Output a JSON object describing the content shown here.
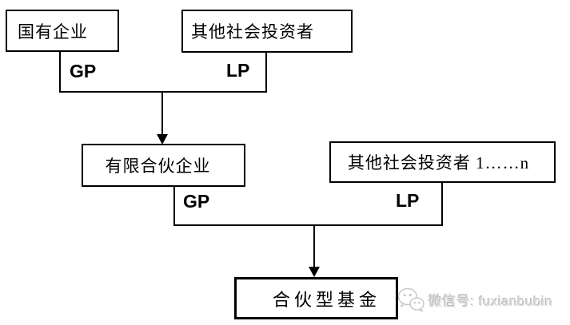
{
  "diagram": {
    "nodes": [
      {
        "id": "state-owned-enterprise",
        "label": "国有企业"
      },
      {
        "id": "other-social-investors",
        "label": "其他社会投资者"
      },
      {
        "id": "limited-partnership",
        "label": "有限合伙企业"
      },
      {
        "id": "other-social-investors-1-n",
        "label": "其他社会投资者 1……n"
      },
      {
        "id": "partnership-fund",
        "label": "合伙型基金"
      }
    ],
    "edges": [
      {
        "from": "state-owned-enterprise",
        "to": "limited-partnership",
        "label": "GP"
      },
      {
        "from": "other-social-investors",
        "to": "limited-partnership",
        "label": "LP"
      },
      {
        "from": "limited-partnership",
        "to": "partnership-fund",
        "label": "GP"
      },
      {
        "from": "other-social-investors-1-n",
        "to": "partnership-fund",
        "label": "LP"
      }
    ]
  },
  "watermark": {
    "icon": "wechat-icon",
    "text": "微信号: fuxianbubin"
  },
  "colors": {
    "background": "#ffffff",
    "line": "#000000",
    "watermark_gray": "#c6c6c6"
  }
}
